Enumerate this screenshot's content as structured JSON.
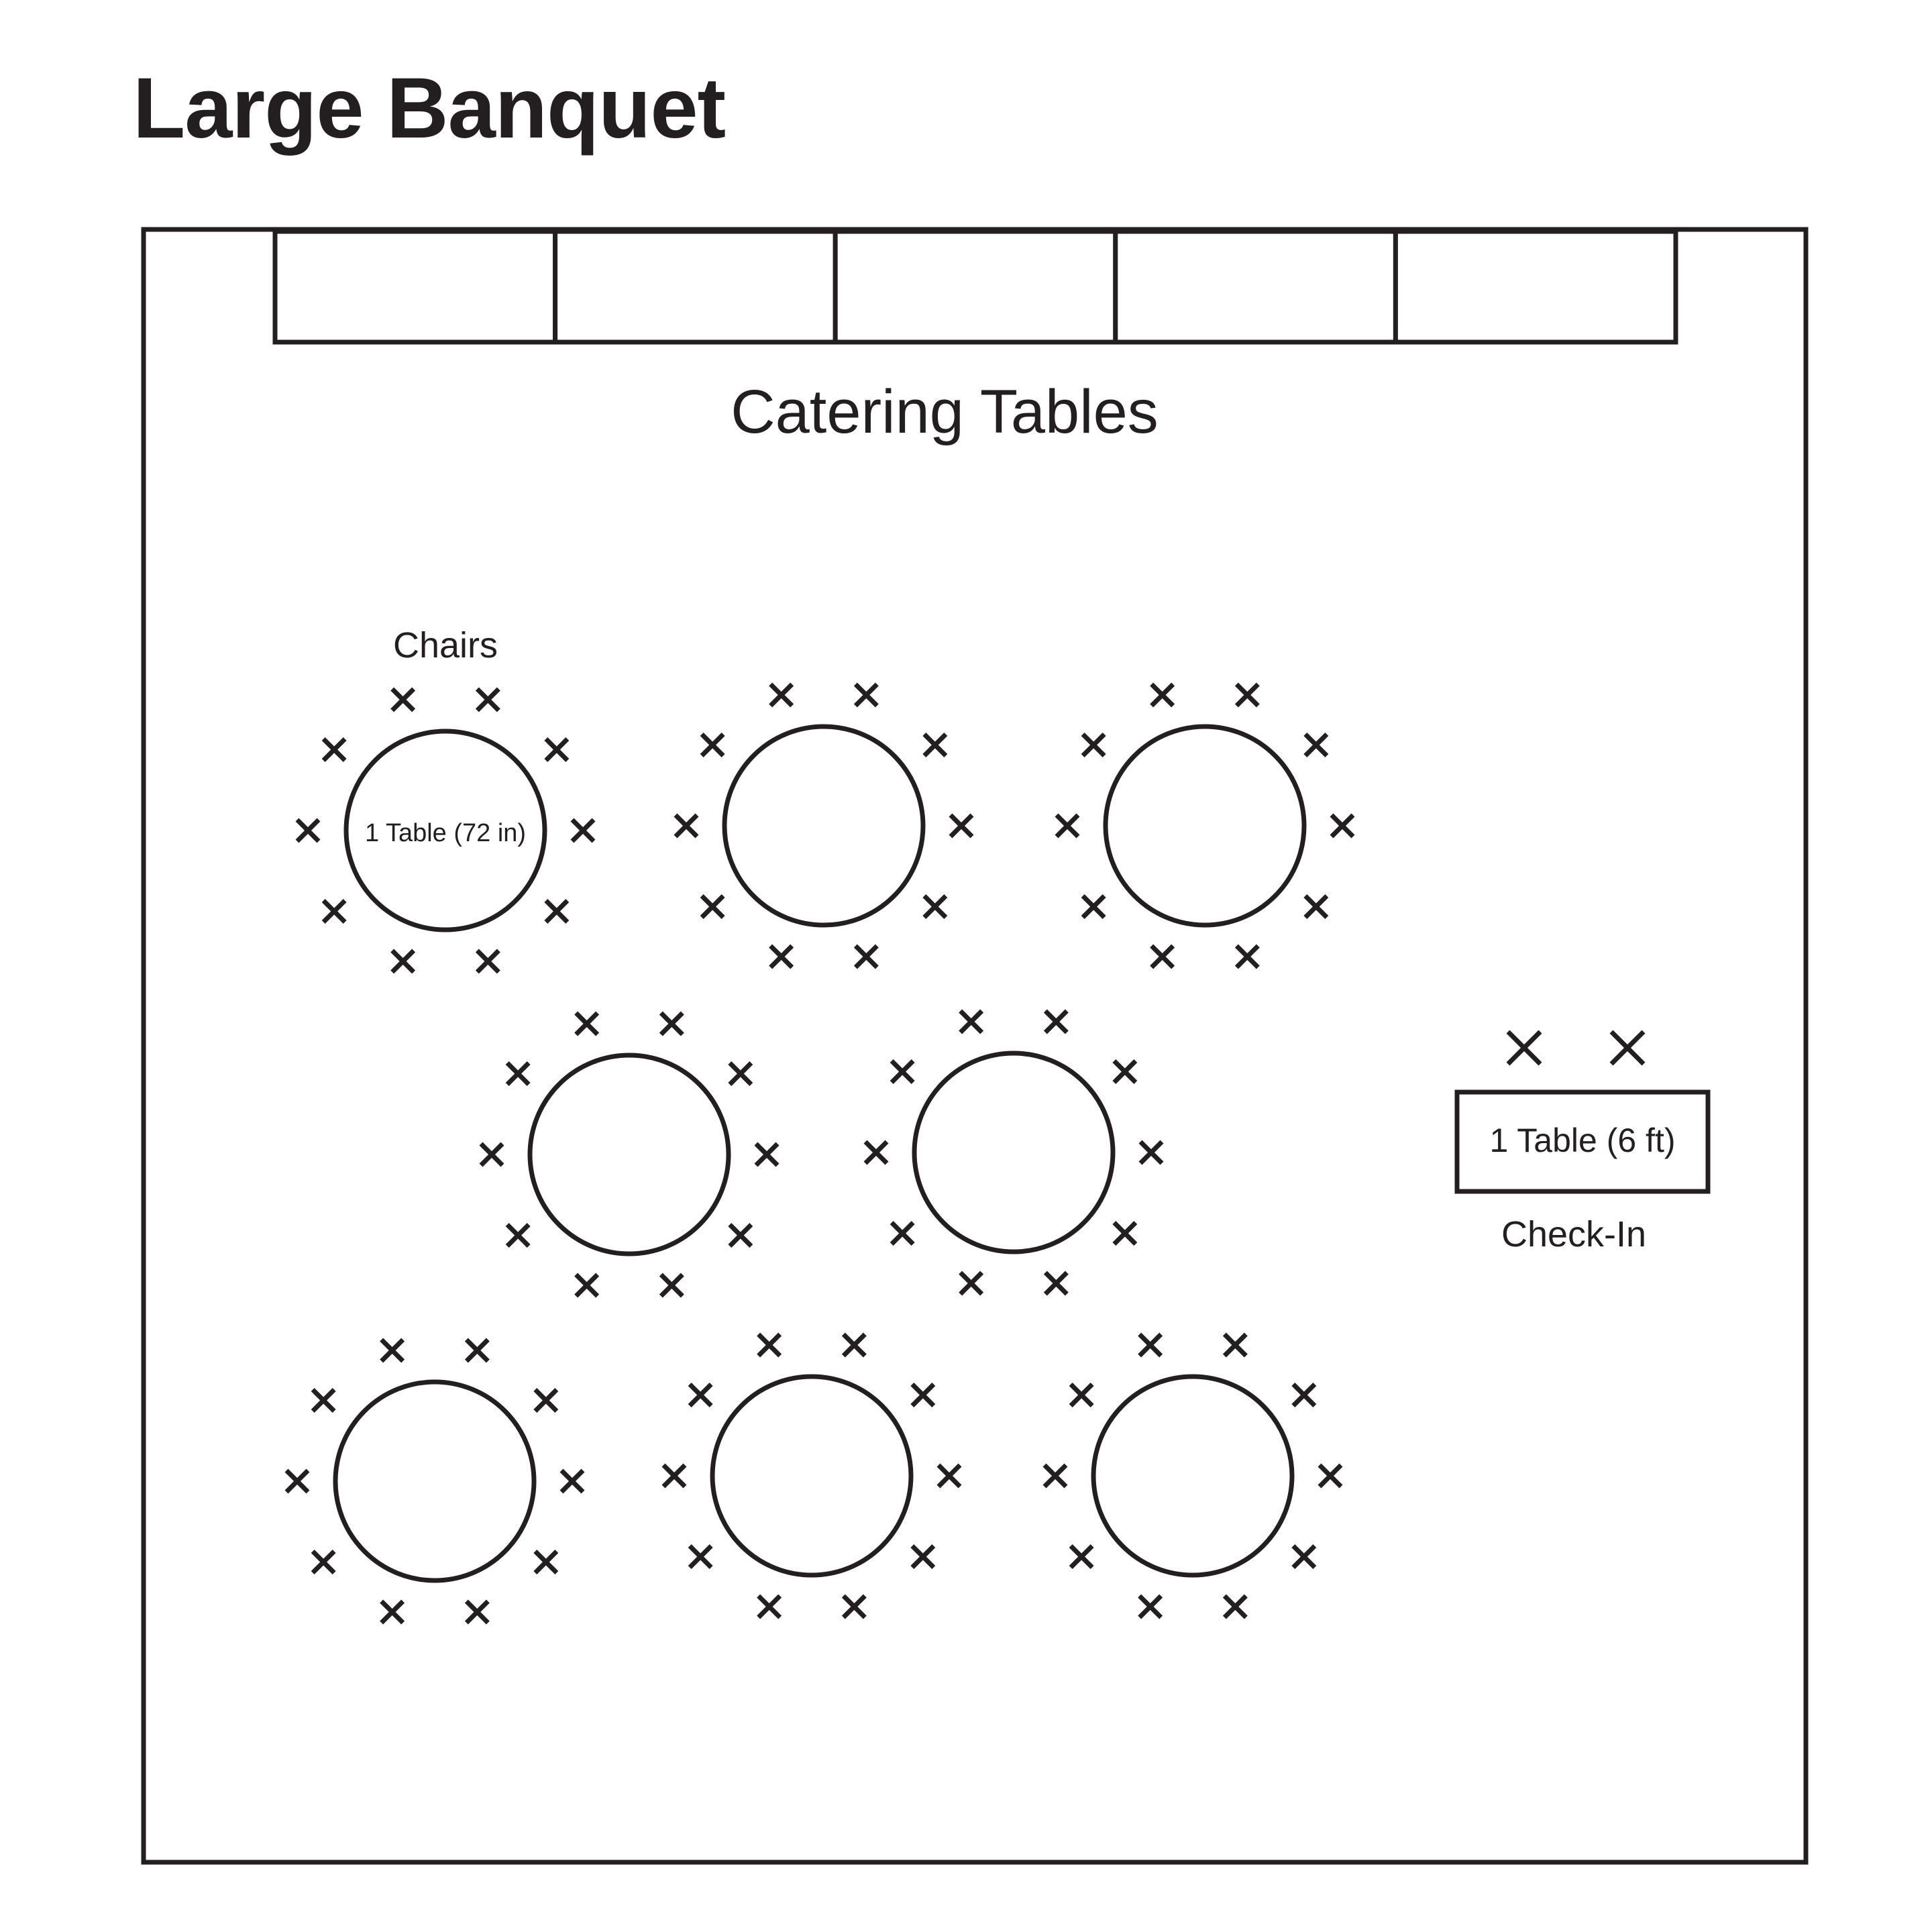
{
  "title": "Large Banquet",
  "catering": {
    "label": "Catering Tables",
    "count": 5
  },
  "round_tables": {
    "count": 8,
    "chairs_per_table": 10,
    "first_table_label": "1 Table (72 in)",
    "chairs_label": "Chairs"
  },
  "checkin": {
    "table_label": "1 Table (6 ft)",
    "area_label": "Check-In",
    "chairs": 2
  },
  "colors": {
    "ink": "#231f20",
    "background": "#ffffff"
  }
}
